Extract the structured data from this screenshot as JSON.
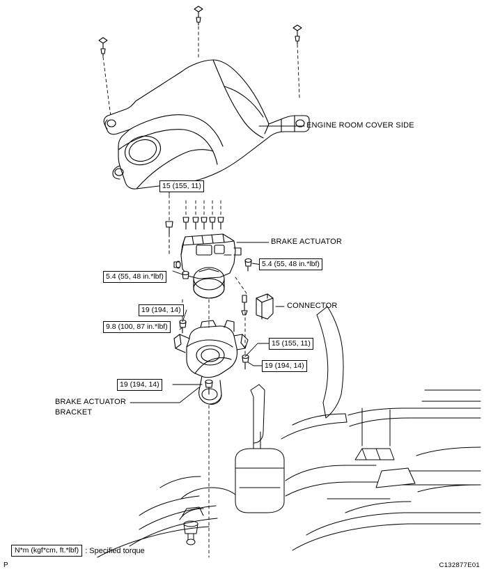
{
  "page": {
    "corner_marker": "P",
    "figure_code": "C132877E01"
  },
  "legend": {
    "units_box": "N*m (kgf*cm, ft.*lbf)",
    "units_description": ": Specified torque"
  },
  "callouts": [
    {
      "id": "engine-room-cover-side",
      "text": "ENGINE ROOM COVER SIDE"
    },
    {
      "id": "brake-actuator",
      "text": "BRAKE ACTUATOR"
    },
    {
      "id": "connector",
      "text": "CONNECTOR"
    },
    {
      "id": "brake-actuator-bracket-line1",
      "text": "BRAKE ACTUATOR"
    },
    {
      "id": "brake-actuator-bracket-line2",
      "text": "BRACKET"
    }
  ],
  "torque_specs": [
    {
      "id": "torque-cover-15",
      "text": "15 (155, 11)"
    },
    {
      "id": "torque-actuator-left-5-4",
      "text": "5.4 (55, 48 in.*lbf)"
    },
    {
      "id": "torque-actuator-right-5-4",
      "text": "5.4 (55, 48 in.*lbf)"
    },
    {
      "id": "torque-bracket-19-upper",
      "text": "19 (194, 14)"
    },
    {
      "id": "torque-bracket-9-8",
      "text": "9.8 (100, 87 in.*lbf)"
    },
    {
      "id": "torque-bracket-15",
      "text": "15 (155, 11)"
    },
    {
      "id": "torque-bracket-19-right",
      "text": "19 (194, 14)"
    },
    {
      "id": "torque-bracket-19-lower",
      "text": "19 (194, 14)"
    }
  ]
}
